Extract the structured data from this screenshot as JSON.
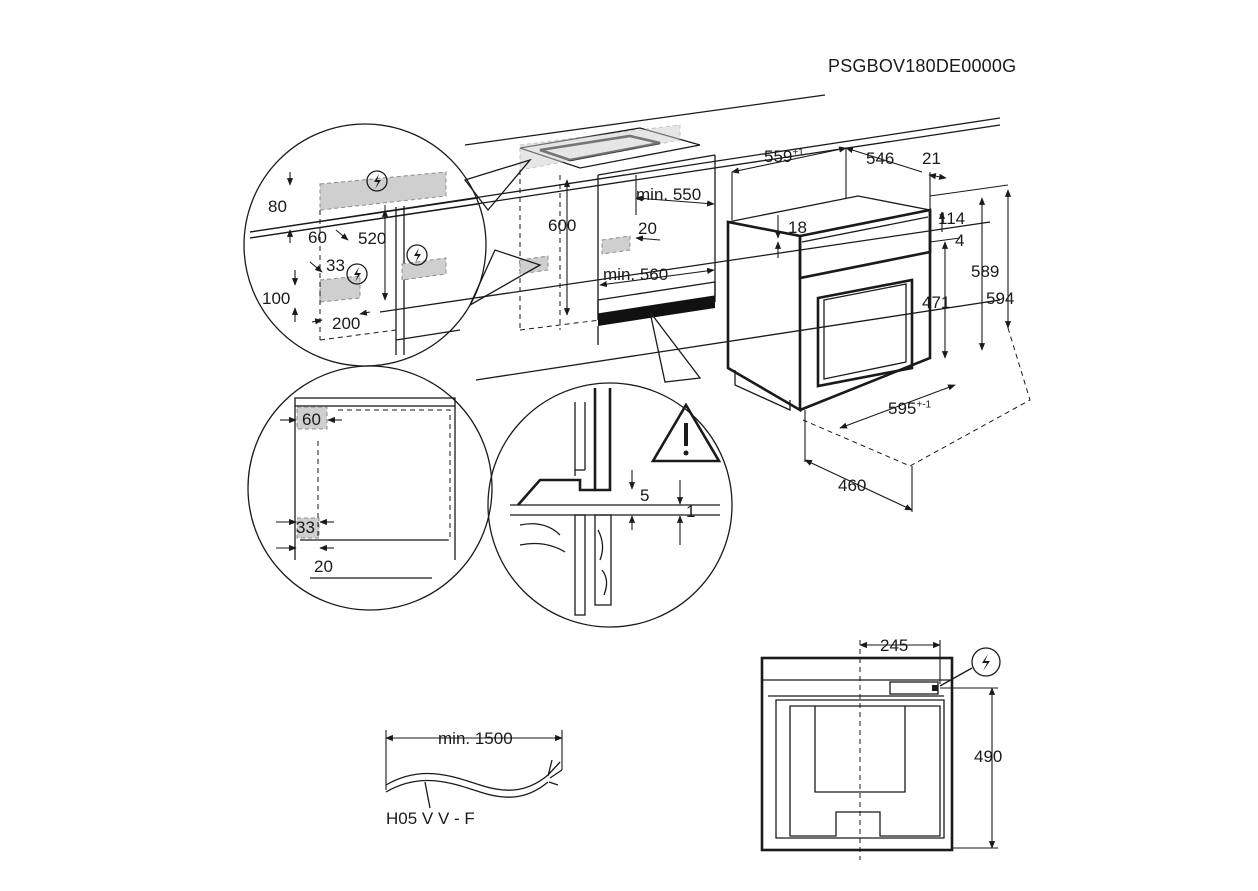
{
  "doc_code": "PSGBOV180DE0000G",
  "cabinet": {
    "dim_559": "559",
    "dim_559_sup": "+1",
    "dim_546": "546",
    "dim_21": "21",
    "dim_600": "600",
    "dim_min550": "min. 550",
    "dim_20": "20",
    "dim_min560": "min. 560"
  },
  "oven": {
    "dim_18": "18",
    "dim_114": "114",
    "dim_4": "4",
    "dim_589": "589",
    "dim_594": "594",
    "dim_471": "471",
    "dim_595": "595",
    "dim_595_sup": "+-1",
    "dim_460": "460"
  },
  "detail_socket": {
    "dim_80": "80",
    "dim_60": "60",
    "dim_520": "520",
    "dim_33": "33",
    "dim_100": "100",
    "dim_200": "200"
  },
  "detail_front": {
    "dim_60": "60",
    "dim_33": "33",
    "dim_20": "20"
  },
  "detail_gap": {
    "dim_5": "5",
    "dim_1": "1"
  },
  "cable": {
    "length": "min. 1500",
    "type": "H05 V V - F"
  },
  "rear_view": {
    "dim_245": "245",
    "dim_490": "490"
  }
}
